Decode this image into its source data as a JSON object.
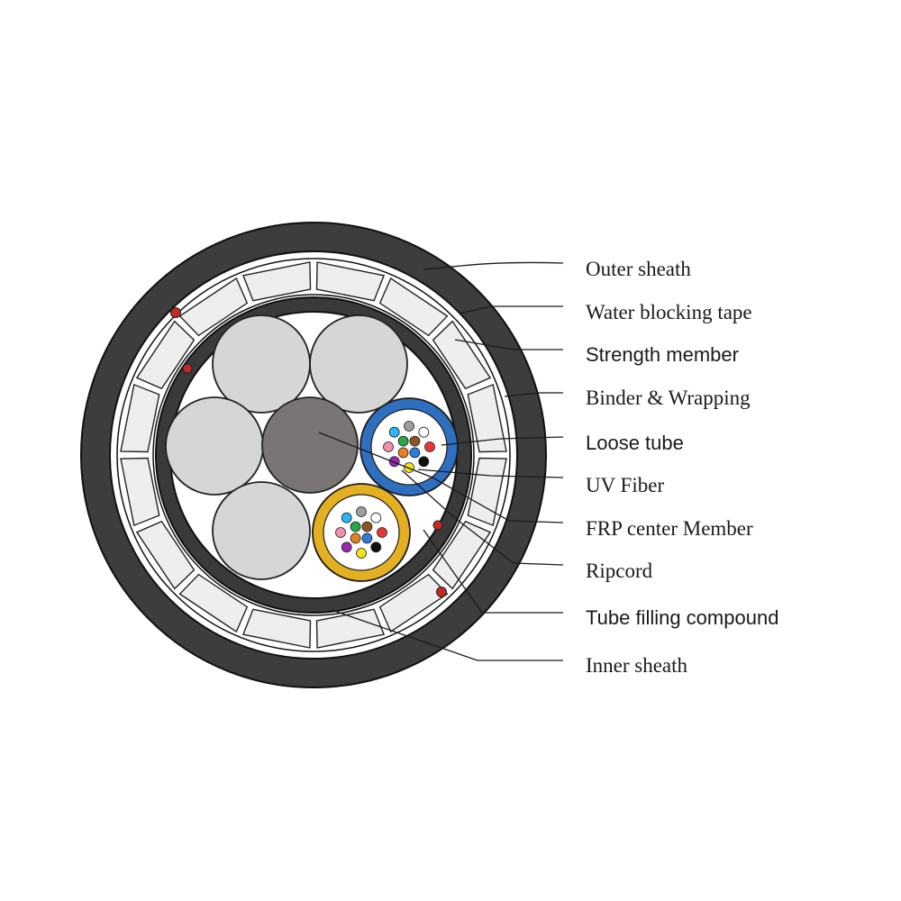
{
  "labels": {
    "outer_sheath": "Outer sheath",
    "water_blocking_tape": "Water blocking tape",
    "strength_member": "Strength member",
    "binder_wrapping": "Binder & Wrapping",
    "loose_tube": "Loose tube",
    "uv_fiber": "UV Fiber",
    "frp_center_member": "FRP center Member",
    "ripcord": "Ripcord",
    "tube_filling_compound": "Tube filling compound",
    "inner_sheath": "Inner sheath"
  },
  "colors": {
    "outer_sheath": "#3d3d3d",
    "inner_sheath": "#3a3a3a",
    "strength_member_fill": "#eeeeee",
    "filler_rod": "#d6d6d6",
    "frp_center": "#7a7575",
    "loose_tube_blue": "#2f6fc0",
    "loose_tube_yellow": "#e4b021",
    "ripcord": "#c62828",
    "line": "#1a1a1a"
  },
  "fiber_colors": [
    "#2e7be0",
    "#e67e22",
    "#27a844",
    "#8d5524",
    "#9e9e9e",
    "#ffffff",
    "#e53935",
    "#111111",
    "#f5e11b",
    "#9c27b0",
    "#f48fb1",
    "#29b6f6"
  ]
}
